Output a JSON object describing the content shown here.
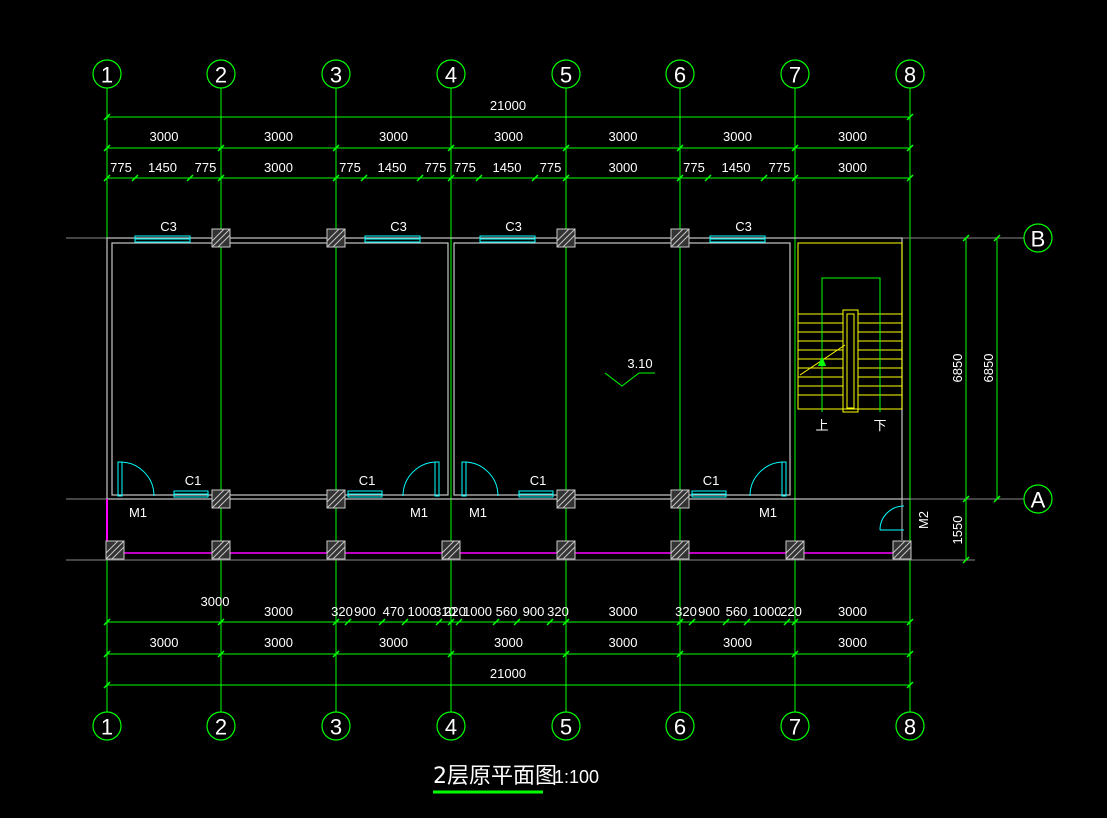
{
  "drawing": {
    "title": "2层原平面图",
    "scale": "1:100",
    "level": "3.10",
    "colors": {
      "background": "#000000",
      "dimension": "#00ff00",
      "wall": "#c8c8c8",
      "window": "#00ffff",
      "stair": "#ffff00",
      "corridor": "#ff00ff",
      "text": "#ffffff"
    }
  },
  "axes": {
    "vertical": [
      "1",
      "2",
      "3",
      "4",
      "5",
      "6",
      "7",
      "8"
    ],
    "horizontal": [
      "B",
      "A"
    ]
  },
  "top_dims": {
    "total": "21000",
    "bays": [
      "3000",
      "3000",
      "3000",
      "3000",
      "3000",
      "3000",
      "3000"
    ],
    "detail": [
      "775",
      "1450",
      "775",
      "3000",
      "775",
      "1450",
      "775",
      "775",
      "1450",
      "775",
      "3000",
      "775",
      "1450",
      "775",
      "3000"
    ]
  },
  "bottom_dims": {
    "row1": [
      "3000",
      "3000",
      "320",
      "900",
      "470",
      "1000",
      "310",
      "220",
      "1000",
      "560",
      "900",
      "320",
      "3000",
      "320",
      "900",
      "560",
      "1000",
      "220",
      "3000"
    ],
    "bays": [
      "3000",
      "3000",
      "3000",
      "3000",
      "3000",
      "3000",
      "3000"
    ],
    "total": "21000"
  },
  "right_dims": [
    "6850",
    "6850",
    "1550"
  ],
  "labels": {
    "windows_top": [
      "C3",
      "C3",
      "C3",
      "C3"
    ],
    "windows_bottom": [
      "C1",
      "C1",
      "C1",
      "C1"
    ],
    "doors": [
      "M1",
      "M1",
      "M1",
      "M1",
      "M2"
    ],
    "stair_up": "上",
    "stair_down": "下"
  }
}
